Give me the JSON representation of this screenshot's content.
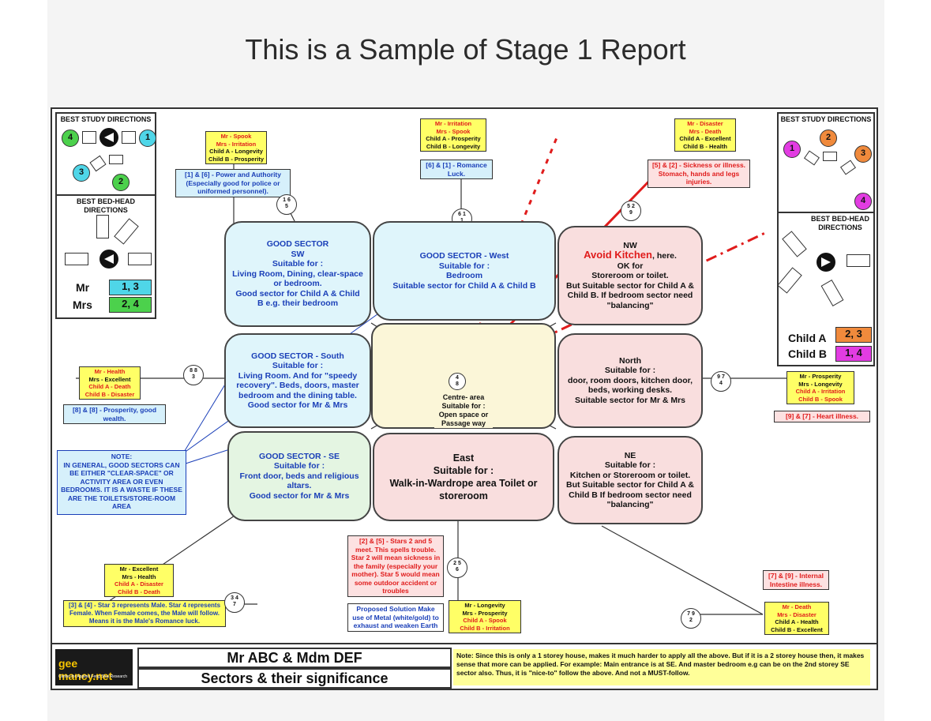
{
  "title": "This is a Sample of Stage 1 Report",
  "left_panel": {
    "study_title": "BEST STUDY DIRECTIONS",
    "study_numbers": [
      "4",
      "1",
      "3",
      "2"
    ],
    "bed_title": "BEST BED-HEAD DIRECTIONS",
    "rows": [
      {
        "label": "Mr",
        "value": "1, 3"
      },
      {
        "label": "Mrs",
        "value": "2, 4"
      }
    ]
  },
  "right_panel": {
    "study_title": "BEST STUDY DIRECTIONS",
    "study_numbers": [
      "1",
      "2",
      "3",
      "4"
    ],
    "bed_title": "BEST BED-HEAD DIRECTIONS",
    "rows": [
      {
        "label": "Child A",
        "value": "2, 3"
      },
      {
        "label": "Child B",
        "value": "1, 4"
      }
    ]
  },
  "sectors": {
    "sw": {
      "title": "GOOD SECTOR",
      "sub": "SW",
      "suit": "Suitable for :",
      "body": "Living Room, Dining, clear-space or bedroom.",
      "extra": "Good sector for Child A & Child B e.g. their bedroom"
    },
    "west": {
      "title": "GOOD SECTOR - West",
      "suit": "Suitable for :",
      "body": "Bedroom",
      "extra": "Suitable sector for Child A & Child B"
    },
    "nw": {
      "title": "NW",
      "warn": "Avoid Kitchen",
      "warn_tail": ", here.",
      "ok": "OK for",
      "body": "Storeroom or toilet.",
      "extra": "But Suitable sector for Child A & Child B. If bedroom sector need \"balancing\""
    },
    "south": {
      "title": "GOOD SECTOR - South",
      "suit": "Suitable for :",
      "body": "Living Room. And for \"speedy recovery\". Beds, doors, master bedroom and the dining table.",
      "extra": "Good sector for Mr & Mrs"
    },
    "north": {
      "title": "North",
      "suit": "Suitable for :",
      "body": "door, room doors, kitchen door, beds, working desks.",
      "extra": "Suitable sector for Mr & Mrs"
    },
    "se": {
      "title": "GOOD SECTOR - SE",
      "suit": "Suitable for :",
      "body": "Front door, beds and religious altars.",
      "extra": "Good sector for Mr & Mrs"
    },
    "east": {
      "title": "East",
      "suit": "Suitable for :",
      "body": "Walk-in-Wardrope area Toilet or storeroom"
    },
    "ne": {
      "title": "NE",
      "suit": "Suitable for :",
      "body": "Kitchen or Storeroom or toilet.",
      "extra": "But Suitable sector for Child A & Child B  If bedroom sector need \"balancing\""
    }
  },
  "center": {
    "stars": "4\n8",
    "line1": "Centre- area",
    "line2": "Suitable for :",
    "line3": "Open space or",
    "line4": "Passage way"
  },
  "star_circles": {
    "sw": "1 6\n5",
    "west": "6 1\n1",
    "nw": "5 2\n9",
    "south": "8 8\n3",
    "north": "9 7\n4",
    "se": "3 4\n7",
    "east": "2 5\n6",
    "ne": "7 9\n2"
  },
  "yellow_boxes": {
    "sw": [
      "Mr -  Spook",
      "Mrs -  Irritation",
      "Child A -  Longevity",
      "Child B -  Prosperity"
    ],
    "west": [
      "Mr -  Irritation",
      "Mrs -  Spook",
      "Child A -  Prosperity",
      "Child B -  Longevity"
    ],
    "nw": [
      "Mr -  Disaster",
      "Mrs -  Death",
      "Child A -  Excellent",
      "Child B -  Health"
    ],
    "south": [
      "Mr -  Health",
      "Mrs -  Excellent",
      "Child A -  Death",
      "Child B -  Disaster"
    ],
    "north": [
      "Mr -  Prosperity",
      "Mrs -  Longevity",
      "Child A -  Irritation",
      "Child B -  Spook"
    ],
    "se": [
      "Mr -  Excellent",
      "Mrs -  Health",
      "Child A -  Disaster",
      "Child B -  Death"
    ],
    "east": [
      "Mr -  Longevity",
      "Mrs -  Prosperity",
      "Child A -  Spook",
      "Child B -  Irritation"
    ],
    "ne": [
      "Mr -  Death",
      "Mrs -  Disaster",
      "Child A -  Health",
      "Child B -  Excellent"
    ]
  },
  "annotations": {
    "sw": "[1] & [6] - Power and Authority (Especially good for police or uniformed personnel).",
    "west": "[6] & [1] - Romance Luck.",
    "nw": "[5] & [2] - Sickness or illness. Stomach, hands and legs injuries.",
    "south": "[8] & [8] - Prosperity, good wealth.",
    "north": "[9] & [7] - Heart illness.",
    "se": "[3] & [4] - Star 3 represents Male. Star 4 represents Female. When Female comes, the Male will follow. Means it is the Male's Romance luck.",
    "east": "[2] & [5] - Stars 2 and 5 meet. This spells trouble. Star 2 will mean sickness in the family (especially your mother). Star 5 would mean some outdoor accident or troubles",
    "east_solution": "Proposed Solution Make use of Metal (white/gold) to exhaust and weaken Earth",
    "ne": "[7] & [9] - Internal Intestine illness."
  },
  "note": "NOTE:\nIN GENERAL, GOOD SECTORS CAN BE EITHER \"CLEAR-SPACE\" OR ACTIVITY AREA OR EVEN BEDROOMS. IT IS A WASTE IF THESE ARE THE TOILETS/STORE-ROOM AREA",
  "footer": {
    "logo_main": "gee mancy.net",
    "logo_sub": "Center for Applied Feng Shui Research",
    "name": "Mr ABC & Mdm DEF",
    "subtitle": "Sectors & their significance",
    "note": "Note: Since this is only a 1 storey house, makes it much harder to apply all the above. But if it is a 2 storey house then, it makes sense that more can be applied. For example: Main entrance is at SE. And master bedroom e.g can be on the 2nd storey SE sector also. Thus, it is \"nice-to\" follow the above. And not a MUST-follow."
  },
  "colors": {
    "good_sector": "#dff5fb",
    "bad_sector": "#f9dede",
    "se_sector": "#e4f5e2",
    "center": "#fbf6d8",
    "flag_yellow": "#ffff66",
    "blue_text": "#1a3fb8",
    "red_line": "#e01c1c",
    "num_green": "#4cd14c",
    "num_cyan": "#4fd6e8",
    "num_orange": "#f08a3c",
    "num_magenta": "#e23ce2"
  }
}
